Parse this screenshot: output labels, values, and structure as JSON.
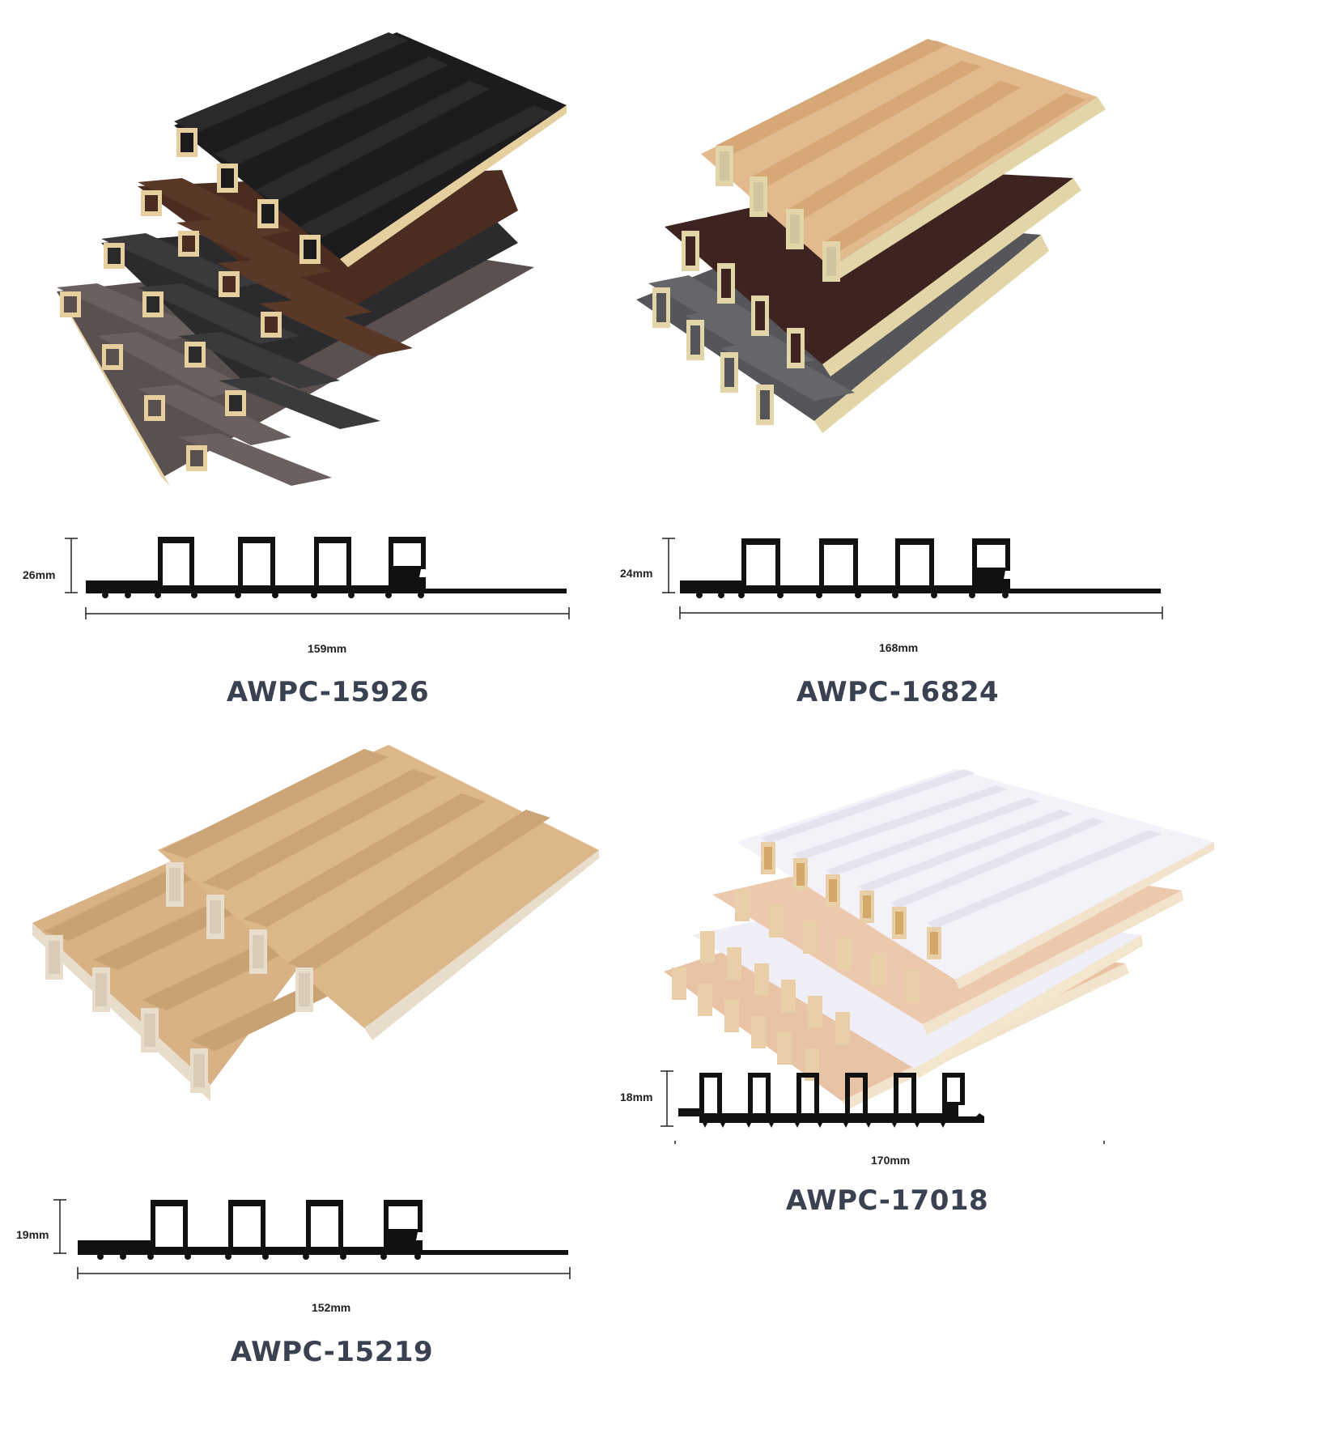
{
  "products": [
    {
      "model": "AWPC-15926",
      "height": "26mm",
      "width": "159mm",
      "fins": 4,
      "colors": [
        "#1c1c1e",
        "#4a2c20",
        "#2b2b2d",
        "#5a5050"
      ],
      "core_color": "#e6cf9e"
    },
    {
      "model": "AWPC-16824",
      "height": "24mm",
      "width": "168mm",
      "fins": 4,
      "colors": [
        "#e3b98e",
        "#3e2420",
        "#55555a"
      ],
      "core_color": "#e2d6a8"
    },
    {
      "model": "AWPC-15219",
      "height": "19mm",
      "width": "152mm",
      "fins": 4,
      "colors": [
        "#d8b184",
        "#d8b184"
      ],
      "core_color": "#e8dccb"
    },
    {
      "model": "AWPC-17018",
      "height": "18mm",
      "width": "170mm",
      "fins": 6,
      "colors": [
        "#f2f2f8",
        "#ecc9ad",
        "#f0eef6",
        "#e9c3a6"
      ],
      "core_color": "#e8cfa8"
    }
  ]
}
